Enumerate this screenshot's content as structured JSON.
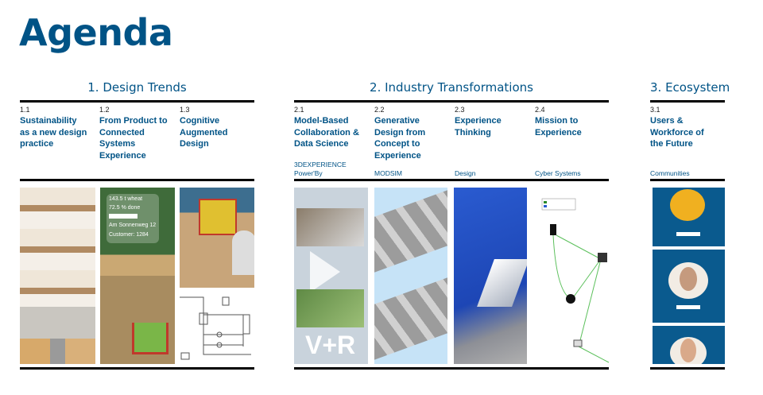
{
  "title": "Agenda",
  "sections": [
    {
      "heading": "1. Design Trends",
      "items": [
        {
          "num": "1.1",
          "title": [
            "Sustainability",
            "as a new design",
            "practice"
          ]
        },
        {
          "num": "1.2",
          "title": [
            "From Product to",
            "Connected",
            "Systems",
            "Experience"
          ]
        },
        {
          "num": "1.3",
          "title": [
            "Cognitive",
            "Augmented",
            "Design"
          ]
        }
      ]
    },
    {
      "heading": "2. Industry Transformations",
      "items": [
        {
          "num": "2.1",
          "title": [
            "Model-Based",
            "Collaboration &",
            "Data Science"
          ],
          "sub": [
            "3DEXPERIENCE",
            "Power'By"
          ]
        },
        {
          "num": "2.2",
          "title": [
            "Generative",
            "Design from",
            "Concept to",
            "Experience"
          ],
          "sub": [
            "MODSIM"
          ]
        },
        {
          "num": "2.3",
          "title": [
            "Experience",
            "Thinking"
          ],
          "sub": [
            "Design"
          ]
        },
        {
          "num": "2.4",
          "title": [
            "Mission to",
            "Experience"
          ],
          "sub": [
            "Cyber Systems"
          ]
        }
      ]
    },
    {
      "heading": "3. Ecosystem",
      "items": [
        {
          "num": "3.1",
          "title": [
            "Users &",
            "Workforce of",
            "the Future"
          ],
          "sub": [
            "Communities"
          ]
        }
      ]
    }
  ],
  "farm_overlay": {
    "line1": "143.5 t wheat",
    "line2": "72.5 % done",
    "line3": "Am Sonnenweg 12",
    "line4": "Customer: 1284"
  },
  "vr_logo": "V+R",
  "colors": {
    "brand": "#005386",
    "rule": "#000000"
  }
}
